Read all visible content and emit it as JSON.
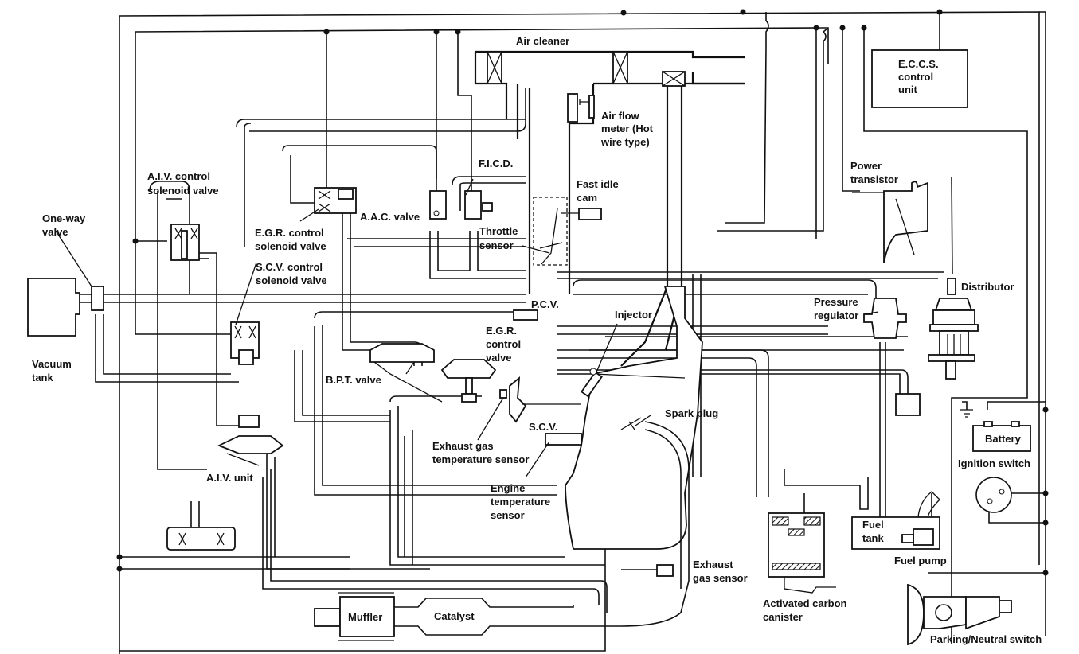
{
  "figure": {
    "title": "E.C.C.S. engine control system layout",
    "components": {
      "air_cleaner": "Air cleaner",
      "eccs_unit": [
        "E.C.C.S.",
        "control",
        "unit"
      ],
      "air_flow_meter": [
        "Air flow",
        "meter (Hot",
        "wire type)"
      ],
      "aiv_solenoid": [
        "A.I.V. control",
        "solenoid valve"
      ],
      "one_way_valve": [
        "One-way",
        "valve"
      ],
      "egr_solenoid": [
        "E.G.R. control",
        "solenoid valve"
      ],
      "scv_solenoid": [
        "S.C.V. control",
        "solenoid valve"
      ],
      "ficd": "F.I.C.D.",
      "aac_valve": "A.A.C. valve",
      "fast_idle_cam": [
        "Fast idle",
        "cam"
      ],
      "throttle_sensor": [
        "Throttle",
        "sensor"
      ],
      "power_transistor": [
        "Power",
        "transistor"
      ],
      "distributor": "Distributor",
      "pressure_regulator": [
        "Pressure",
        "regulator"
      ],
      "vacuum_tank": [
        "Vacuum",
        "tank"
      ],
      "pcv": "P.C.V.",
      "egr_valve": [
        "E.G.R.",
        "control",
        "valve"
      ],
      "injector": "Injector",
      "bpt_valve": "B.P.T. valve",
      "spark_plug": "Spark plug",
      "scv": "S.C.V.",
      "exhaust_temp_sensor": [
        "Exhaust gas",
        "temperature sensor"
      ],
      "engine_temp_sensor": [
        "Engine",
        "temperature",
        "sensor"
      ],
      "aiv_unit": "A.I.V. unit",
      "battery": "Battery",
      "ignition_switch": "Ignition switch",
      "fuel_tank": [
        "Fuel",
        "tank"
      ],
      "fuel_pump": "Fuel pump",
      "exhaust_gas_sensor": [
        "Exhaust",
        "gas sensor"
      ],
      "canister": [
        "Activated carbon",
        "canister"
      ],
      "muffler": "Muffler",
      "catalyst": "Catalyst",
      "pn_switch": "Parking/Neutral switch"
    }
  }
}
